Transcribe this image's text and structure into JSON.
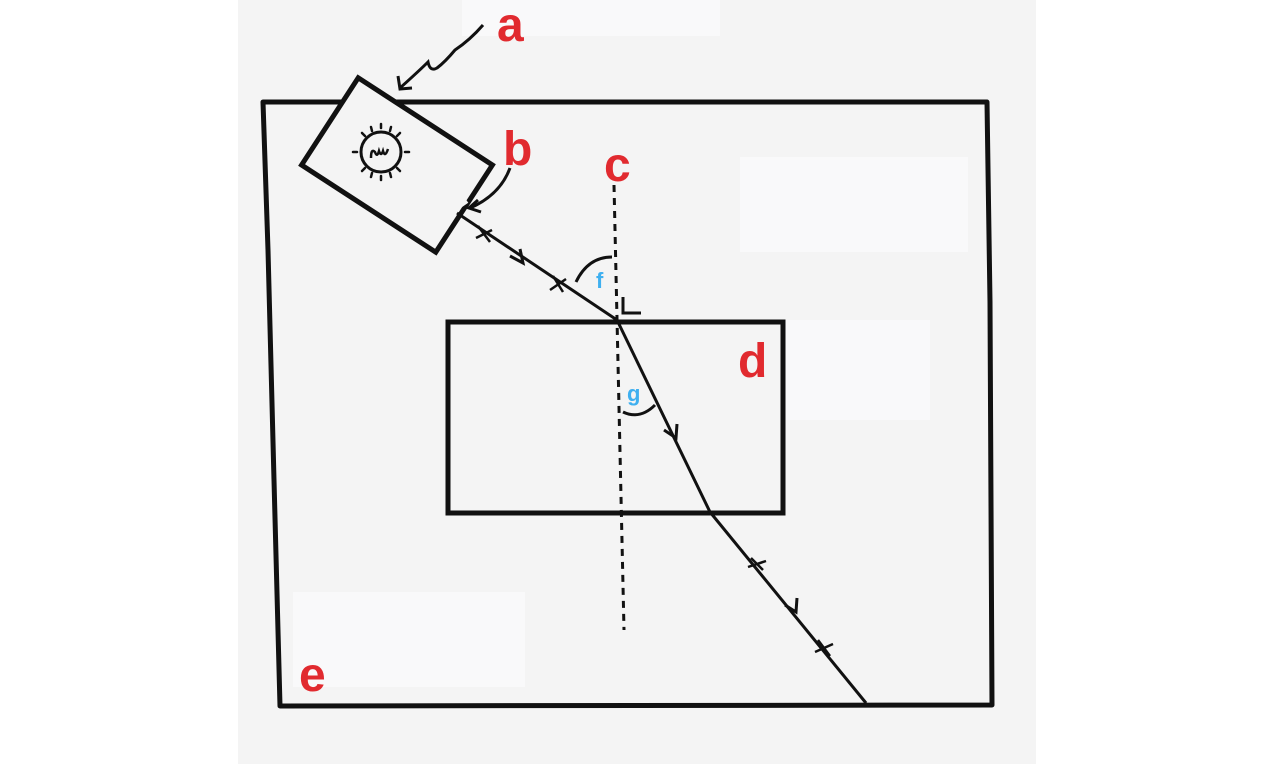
{
  "diagram": {
    "type": "light refraction through a rectangular glass block (ray box experiment)",
    "colors": {
      "label_red": "#e12a2f",
      "label_blue": "#3fb0f0",
      "ink": "#111111",
      "paper": "#f4f4f4"
    },
    "labels": {
      "a": "a",
      "b": "b",
      "c": "c",
      "d": "d",
      "e": "e",
      "f": "f",
      "g": "g"
    },
    "parts": [
      {
        "label": "a",
        "refers_to": "ray box (lamp)",
        "icon": "light-bulb-icon"
      },
      {
        "label": "b",
        "refers_to": "slit in ray box"
      },
      {
        "label": "c",
        "refers_to": "normal line (dashed)"
      },
      {
        "label": "d",
        "refers_to": "rectangular glass block"
      },
      {
        "label": "e",
        "refers_to": "sheet of paper / board"
      },
      {
        "label": "f",
        "refers_to": "angle of incidence"
      },
      {
        "label": "g",
        "refers_to": "angle of refraction"
      }
    ],
    "right_angle_mark": "L"
  }
}
